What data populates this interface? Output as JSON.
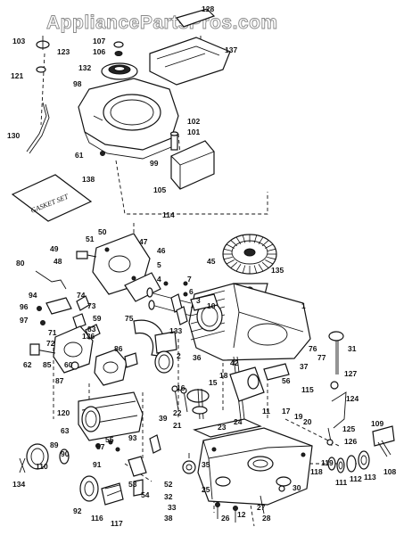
{
  "watermark": "AppliancePartsPros.com",
  "gasket_kit_label": "GASKET SET",
  "part_numbers": [
    "128",
    "103",
    "123",
    "107",
    "106",
    "137",
    "121",
    "132",
    "98",
    "130",
    "61",
    "102",
    "101",
    "99",
    "105",
    "114",
    "138",
    "50",
    "51",
    "47",
    "49",
    "48",
    "46",
    "45",
    "135",
    "80",
    "94",
    "96",
    "97",
    "74",
    "73",
    "76",
    "77",
    "75",
    "59",
    "83",
    "71",
    "72",
    "62",
    "85",
    "60",
    "136",
    "86",
    "87",
    "133",
    "31",
    "127",
    "124",
    "125",
    "126",
    "109",
    "108",
    "120",
    "63",
    "89",
    "90",
    "134",
    "91",
    "92",
    "116",
    "117",
    "57",
    "55",
    "53",
    "54",
    "52",
    "39",
    "93",
    "22",
    "23",
    "21",
    "24",
    "11",
    "17",
    "19",
    "20",
    "7",
    "4",
    "5",
    "6",
    "3",
    "10",
    "1",
    "2",
    "36",
    "37",
    "56",
    "115",
    "18",
    "42",
    "16",
    "15",
    "32",
    "33",
    "35",
    "25",
    "27",
    "28",
    "26",
    "12",
    "30",
    "38",
    "118",
    "119",
    "111",
    "112",
    "113",
    "110"
  ]
}
